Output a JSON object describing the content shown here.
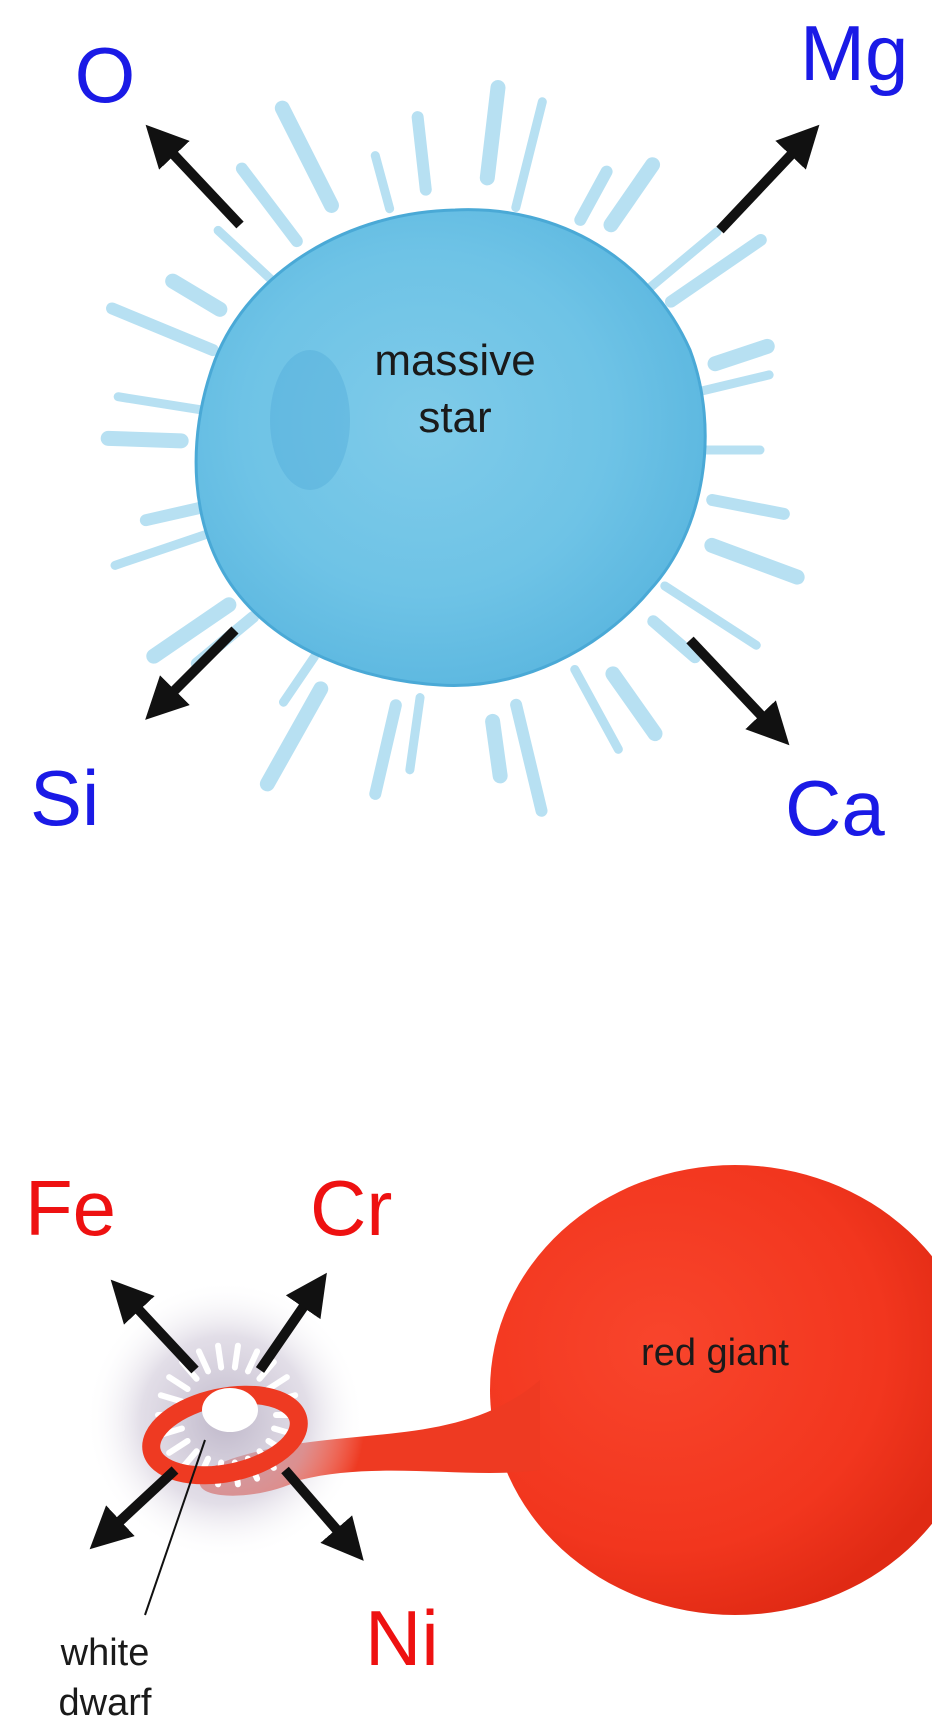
{
  "top_panel": {
    "star_label_line1": "massive",
    "star_label_line2": "star",
    "elements": [
      {
        "symbol": "O"
      },
      {
        "symbol": "Mg"
      },
      {
        "symbol": "Si"
      },
      {
        "symbol": "Ca"
      }
    ],
    "element_color": "#1a1ae6",
    "star_color": "#6ec3e6"
  },
  "bottom_panel": {
    "giant_label": "red giant",
    "dwarf_label_line1": "white",
    "dwarf_label_line2": "dwarf",
    "elements": [
      {
        "symbol": "Fe"
      },
      {
        "symbol": "Cr"
      },
      {
        "symbol": "Ni"
      }
    ],
    "element_color": "#ee1111",
    "giant_color": "#f2361e"
  }
}
